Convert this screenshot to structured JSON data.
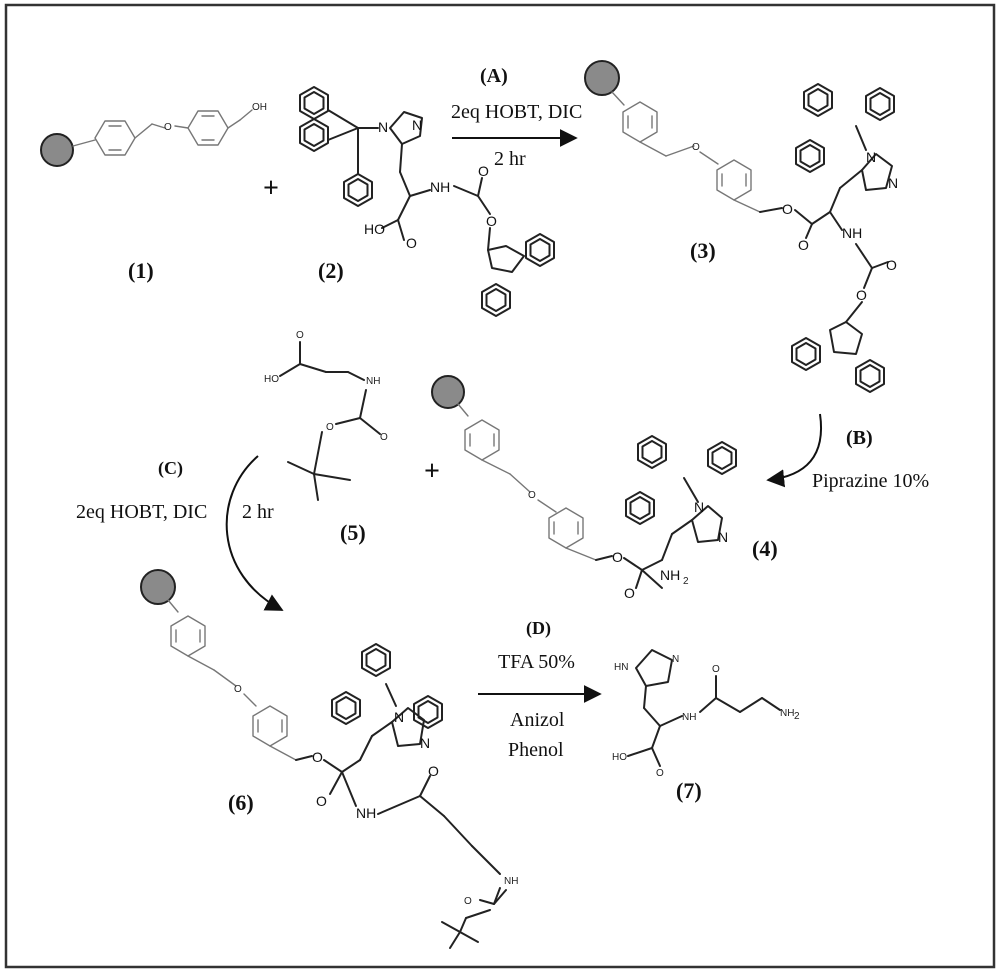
{
  "compounds": [
    {
      "id": "c1",
      "label": "(1)"
    },
    {
      "id": "c2",
      "label": "(2)"
    },
    {
      "id": "c3",
      "label": "(3)"
    },
    {
      "id": "c4",
      "label": "(4)"
    },
    {
      "id": "c5",
      "label": "(5)"
    },
    {
      "id": "c6",
      "label": "(6)"
    },
    {
      "id": "c7",
      "label": "(7)"
    }
  ],
  "steps": {
    "A": {
      "letter": "(A)",
      "reagent": "2eq HOBT, DIC",
      "time": "2 hr"
    },
    "B": {
      "letter": "(B)",
      "reagent": "Piprazine 10%"
    },
    "C": {
      "letter": "(C)",
      "reagent": "2eq HOBT, DIC",
      "time": "2 hr"
    },
    "D": {
      "letter": "(D)",
      "reagent": "TFA 50%",
      "scavenger1": "Anizol",
      "scavenger2": "Phenol"
    }
  },
  "plus": "+",
  "atoms": {
    "OH": "OH",
    "HO": "HO",
    "N": "N",
    "NH": "NH",
    "HN": "HN",
    "NH2": "NH",
    "NH2_sub": "2",
    "O": "O"
  },
  "colors": {
    "resin_bead": "#8a8a8a",
    "border": "#333333",
    "ink": "#111111"
  }
}
